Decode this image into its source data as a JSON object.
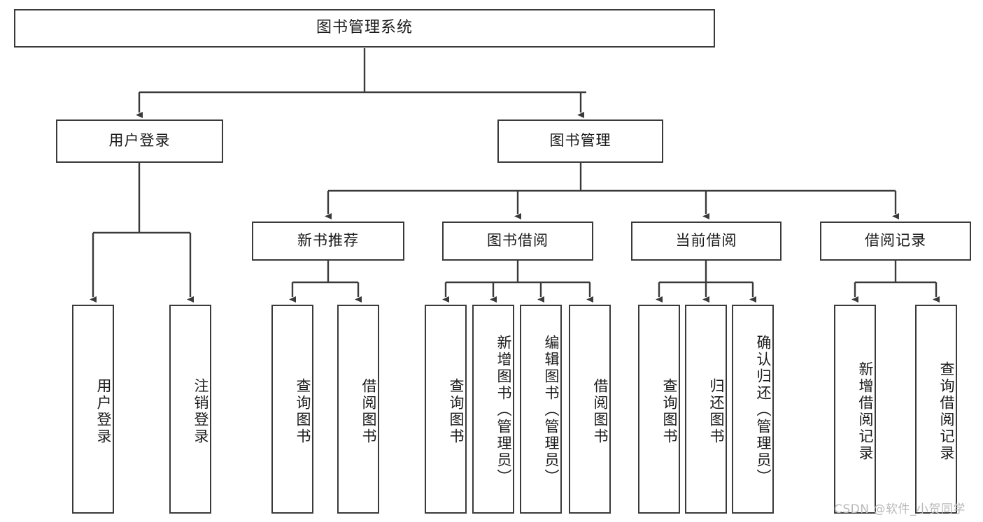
{
  "diagram": {
    "title": "图书管理系统",
    "type": "hierarchy-tree",
    "watermark": "CSDN @软件_小贺同学",
    "colors": {
      "box_border": "#3a3a3a",
      "box_fill": "#ffffff",
      "connector": "#3a3a3a",
      "text": "#1a1a1a",
      "watermark": "#b9b9b9"
    },
    "nodes": {
      "root": {
        "label": "图书管理系统"
      },
      "level1": [
        {
          "label": "用户登录"
        },
        {
          "label": "图书管理"
        }
      ],
      "level2": [
        {
          "label": "新书推荐"
        },
        {
          "label": "图书借阅"
        },
        {
          "label": "当前借阅"
        },
        {
          "label": "借阅记录"
        }
      ],
      "leaves": {
        "user_login": [
          {
            "label": "用户登录"
          },
          {
            "label": "注销登录"
          }
        ],
        "new_book_recommend": [
          {
            "label": "查询图书"
          },
          {
            "label": "借阅图书"
          }
        ],
        "book_borrow": [
          {
            "label": "查询图书"
          },
          {
            "label": "新增图书（管理员）"
          },
          {
            "label": "编辑图书（管理员）"
          },
          {
            "label": "借阅图书"
          }
        ],
        "current_borrow": [
          {
            "label": "查询图书"
          },
          {
            "label": "归还图书"
          },
          {
            "label": "确认归还（管理员）"
          }
        ],
        "borrow_record": [
          {
            "label": "新增借阅记录"
          },
          {
            "label": "查询借阅记录"
          }
        ]
      }
    }
  }
}
